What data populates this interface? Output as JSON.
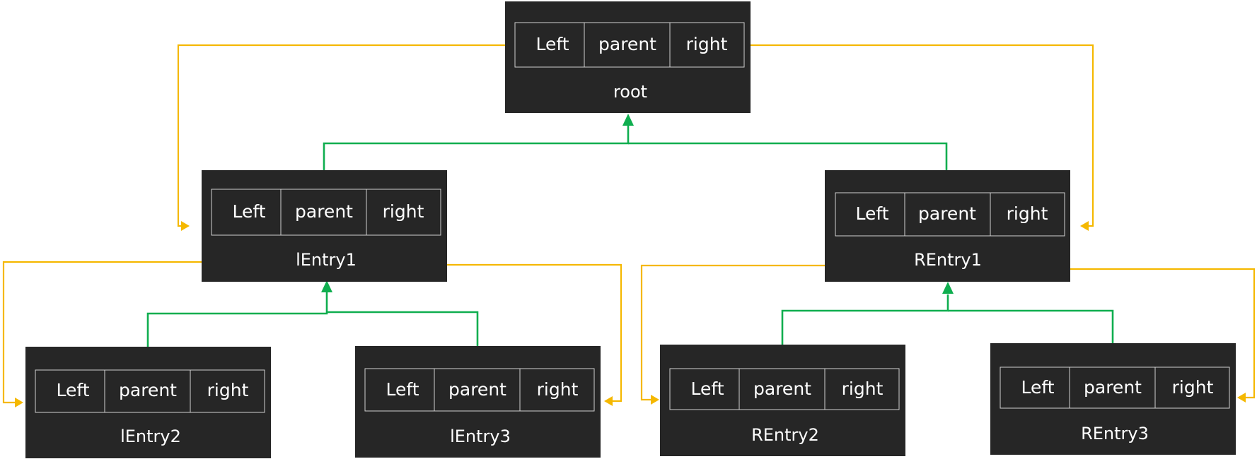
{
  "field_labels": {
    "left": "Left",
    "parent": "parent",
    "right": "right"
  },
  "nodes": {
    "root": {
      "label": "root"
    },
    "lEntry1": {
      "label": "lEntry1"
    },
    "REntry1": {
      "label": "REntry1"
    },
    "lEntry2": {
      "label": "lEntry2"
    },
    "lEntry3": {
      "label": "lEntry3"
    },
    "REntry2": {
      "label": "REntry2"
    },
    "REntry3": {
      "label": "REntry3"
    }
  },
  "colors": {
    "node_fill": "#262626",
    "cell_border": "#d0d0d0",
    "text": "#ffffff",
    "child_pointer": "#f5b800",
    "parent_pointer": "#0fae4f"
  },
  "edges": {
    "child_pointers": [
      {
        "from": "root",
        "field": "left",
        "to": "lEntry1"
      },
      {
        "from": "root",
        "field": "right",
        "to": "REntry1"
      },
      {
        "from": "lEntry1",
        "field": "left",
        "to": "lEntry2"
      },
      {
        "from": "lEntry1",
        "field": "right",
        "to": "lEntry3"
      },
      {
        "from": "REntry1",
        "field": "left",
        "to": "REntry2"
      },
      {
        "from": "REntry1",
        "field": "right",
        "to": "REntry3"
      }
    ],
    "parent_pointers": [
      {
        "from": "lEntry1",
        "to": "root"
      },
      {
        "from": "REntry1",
        "to": "root"
      },
      {
        "from": "lEntry2",
        "to": "lEntry1"
      },
      {
        "from": "lEntry3",
        "to": "lEntry1"
      },
      {
        "from": "REntry2",
        "to": "REntry1"
      },
      {
        "from": "REntry3",
        "to": "REntry1"
      }
    ]
  }
}
